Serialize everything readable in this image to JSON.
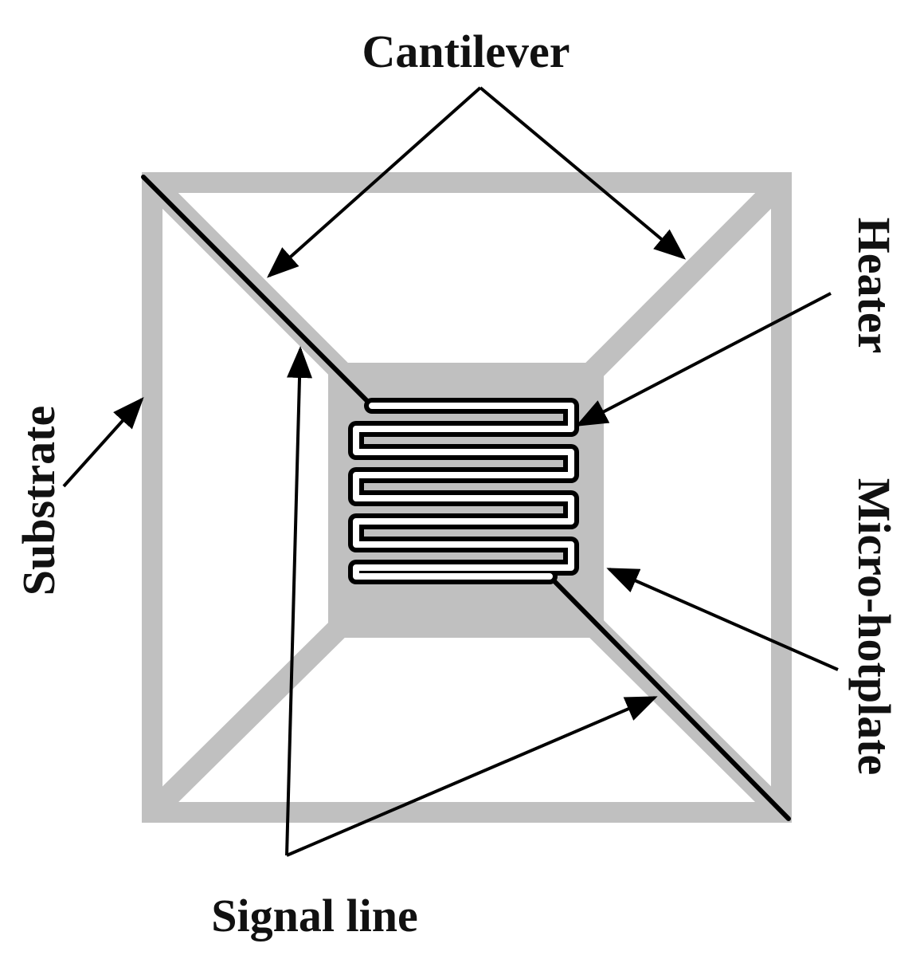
{
  "labels": {
    "cantilever": "Cantilever",
    "heater": "Heater",
    "micro_hotplate": "Micro-hotplate",
    "substrate": "Substrate",
    "signal_line": "Signal line"
  },
  "colors": {
    "structure": "#c0c0c0",
    "trace": "#000000",
    "background": "#ffffff",
    "text": "#111111"
  }
}
